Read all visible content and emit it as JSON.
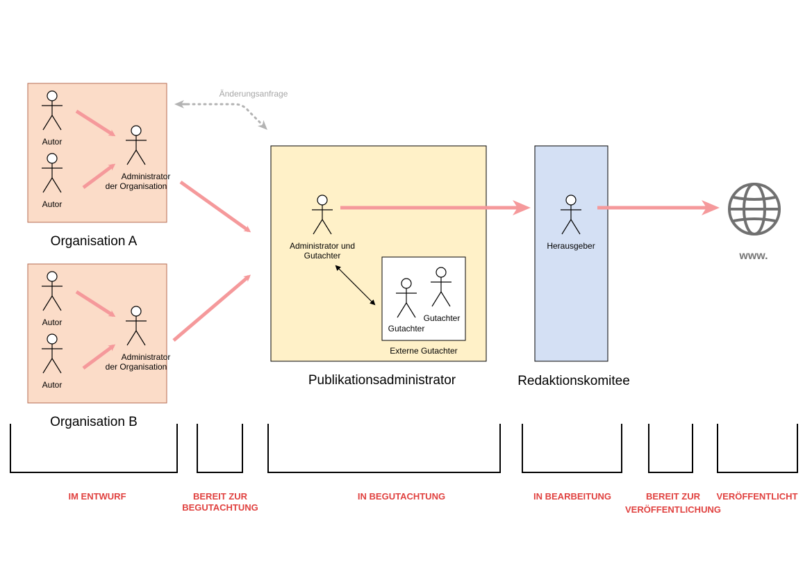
{
  "organisations": [
    {
      "name": "Organisation A",
      "authors": [
        "Autor",
        "Autor"
      ],
      "admin_line1": "Administrator",
      "admin_line2": "der Organisation"
    },
    {
      "name": "Organisation B",
      "authors": [
        "Autor",
        "Autor"
      ],
      "admin_line1": "Administrator",
      "admin_line2": "der Organisation"
    }
  ],
  "change_request": "Änderungsanfrage",
  "publication_admin": {
    "name": "Publikationsadministrator",
    "actor_line1": "Administrator und",
    "actor_line2": "Gutachter",
    "external": {
      "name": "Externe Gutachter",
      "reviewer1": "Gutachter",
      "reviewer2": "Gutachter"
    }
  },
  "editorial": {
    "name": "Redaktionskomitee",
    "actor": "Herausgeber"
  },
  "web": {
    "label": "www."
  },
  "stages": [
    {
      "line1": "IM ENTWURF",
      "line2": ""
    },
    {
      "line1": "BEREIT ZUR",
      "line2": "BEGUTACHTUNG"
    },
    {
      "line1": "IN BEGUTACHTUNG",
      "line2": ""
    },
    {
      "line1": "IN BEARBEITUNG",
      "line2": ""
    },
    {
      "line1": "BEREIT ZUR",
      "line2": "VERÖFFENTLICHUNG"
    },
    {
      "line1": "VERÖFFENTLICHT",
      "line2": ""
    }
  ],
  "colors": {
    "org_fill": "#fbdcc8",
    "org_stroke": "#b46a50",
    "pub_fill": "#fff1c8",
    "editorial_fill": "#d4e0f4",
    "flow_arrow": "#f5999b",
    "stage_text": "#e0413f",
    "note_arrow": "#b3b3b3",
    "globe": "#707070"
  }
}
